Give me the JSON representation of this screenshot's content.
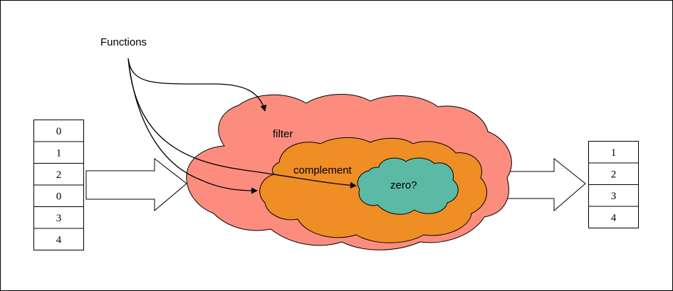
{
  "diagram": {
    "functions_label": "Functions",
    "filter_label": "filter",
    "complement_label": "complement",
    "zero_label": "zero?",
    "input_list": [
      "0",
      "1",
      "2",
      "0",
      "3",
      "4"
    ],
    "output_list": [
      "1",
      "2",
      "3",
      "4"
    ],
    "colors": {
      "filter": "#fc8d7e",
      "complement": "#ee8e24",
      "zero": "#5bbaa6",
      "stroke": "#000000"
    }
  }
}
